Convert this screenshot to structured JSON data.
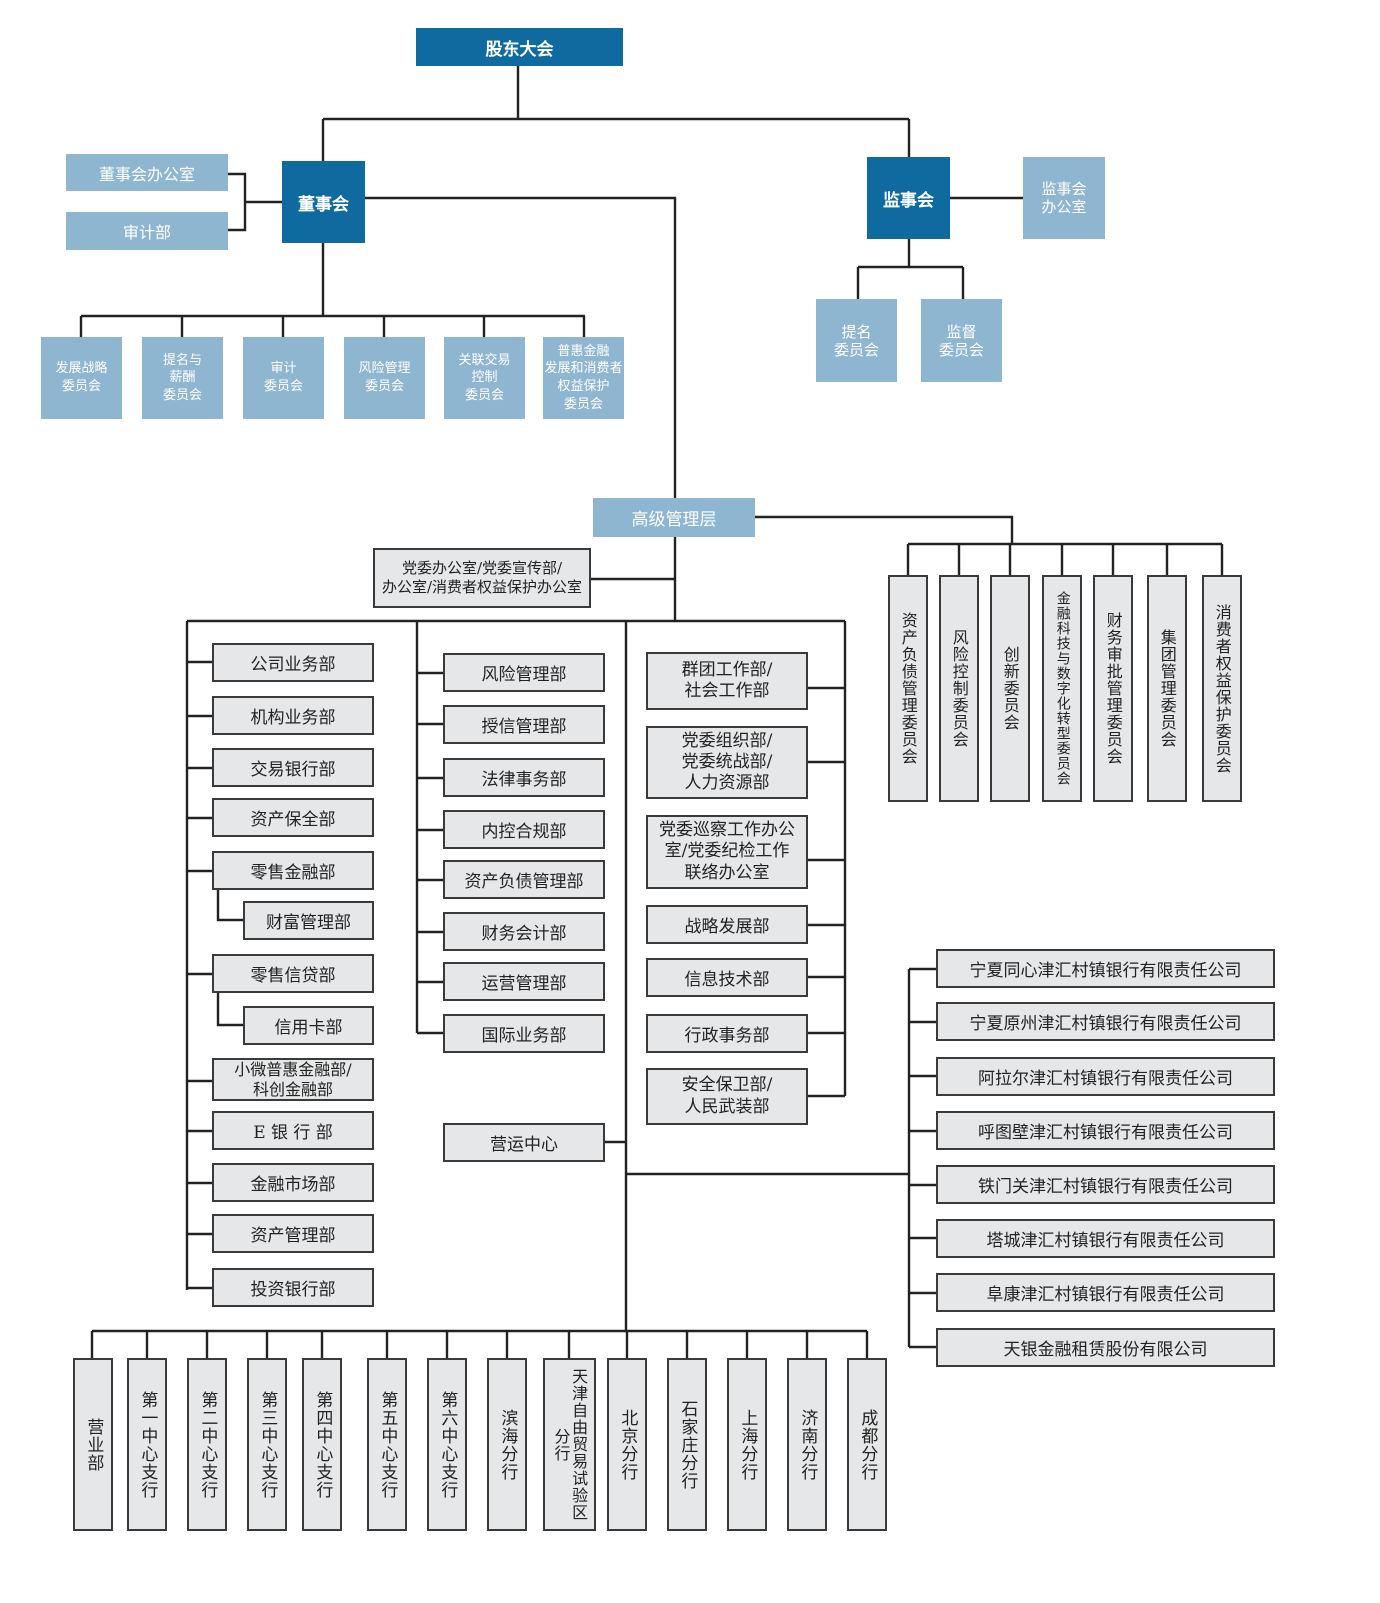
{
  "top": {
    "shareholders": "股东大会"
  },
  "board": {
    "title": "董事会",
    "office": "董事会办公室",
    "audit_dept": "审计部",
    "committees": [
      "发展战略\n委员会",
      "提名与\n薪酬\n委员会",
      "审计\n委员会",
      "风险管理\n委员会",
      "关联交易\n控制\n委员会",
      "普惠金融\n发展和消费者\n权益保护\n委员会"
    ]
  },
  "supervisors": {
    "title": "监事会",
    "office": "监事会\n办公室",
    "committees": [
      "提名\n委员会",
      "监督\n委员会"
    ]
  },
  "management": {
    "title": "高级管理层",
    "party_office": "党委办公室/党委宣传部/\n办公室/消费者权益保护办公室",
    "committees": [
      "资产负债管理委员会",
      "风险控制委员会",
      "创新委员会",
      "金融科技与数字化转型委员会",
      "财务审批管理委员会",
      "集团管理委员会",
      "消费者权益保护委员会"
    ]
  },
  "departments": {
    "col1": [
      "公司业务部",
      "机构业务部",
      "交易银行部",
      "资产保全部",
      "零售金融部",
      "财富管理部",
      "零售信贷部",
      "信用卡部",
      "小微普惠金融部/\n科创金融部",
      "E 银 行 部",
      "金融市场部",
      "资产管理部",
      "投资银行部"
    ],
    "col2": [
      "风险管理部",
      "授信管理部",
      "法律事务部",
      "内控合规部",
      "资产负债管理部",
      "财务会计部",
      "运营管理部",
      "国际业务部"
    ],
    "operations_center": "营运中心",
    "col3": [
      "群团工作部/\n社会工作部",
      "党委组织部/\n党委统战部/\n人力资源部",
      "党委巡察工作办公\n室/党委纪检工作\n联络办公室",
      "战略发展部",
      "信息技术部",
      "行政事务部",
      "安全保卫部/\n人民武装部"
    ]
  },
  "subsidiaries": [
    "宁夏同心津汇村镇银行有限责任公司",
    "宁夏原州津汇村镇银行有限责任公司",
    "阿拉尔津汇村镇银行有限责任公司",
    "呼图壁津汇村镇银行有限责任公司",
    "铁门关津汇村镇银行有限责任公司",
    "塔城津汇村镇银行有限责任公司",
    "阜康津汇村镇银行有限责任公司",
    "天银金融租赁股份有限公司"
  ],
  "branches": [
    "营业部",
    "第一中心支行",
    "第二中心支行",
    "第三中心支行",
    "第四中心支行",
    "第五中心支行",
    "第六中心支行",
    "滨海分行",
    "天津自由贸易试验区分行",
    "北京分行",
    "石家庄分行",
    "上海分行",
    "济南分行",
    "成都分行"
  ]
}
